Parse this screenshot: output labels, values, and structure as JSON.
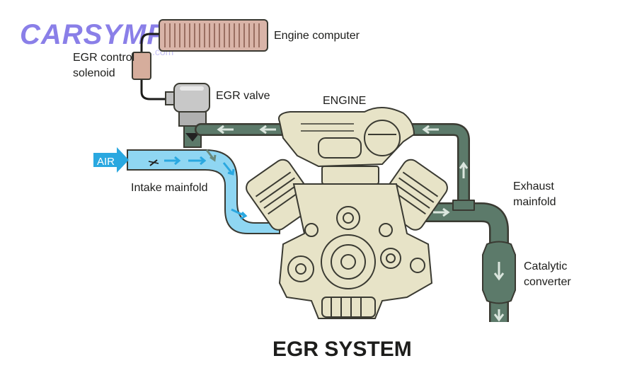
{
  "watermark": {
    "brand": "CARSYMP",
    "suffix": ".com"
  },
  "labels": {
    "engine_computer": "Engine computer",
    "egr_control_line1": "EGR control",
    "egr_control_line2": "solenoid",
    "egr_valve": "EGR valve",
    "engine": "ENGINE",
    "air": "AIR",
    "intake_manifold": "Intake mainfold",
    "exhaust_line1": "Exhaust",
    "exhaust_line2": "mainfold",
    "catalytic_line1": "Catalytic",
    "catalytic_line2": "converter"
  },
  "title": "EGR SYSTEM",
  "colors": {
    "engine_fill": "#e7e3c7",
    "engine_stroke": "#3a3a32",
    "exhaust_pipe": "#5c7a6a",
    "intake_pipe": "#8fd6f2",
    "air_arrow": "#2aa8e0",
    "computer_fill": "#d9b4a8",
    "solenoid_fill": "#d6ad9c",
    "valve_fill": "#bfbfbf"
  }
}
